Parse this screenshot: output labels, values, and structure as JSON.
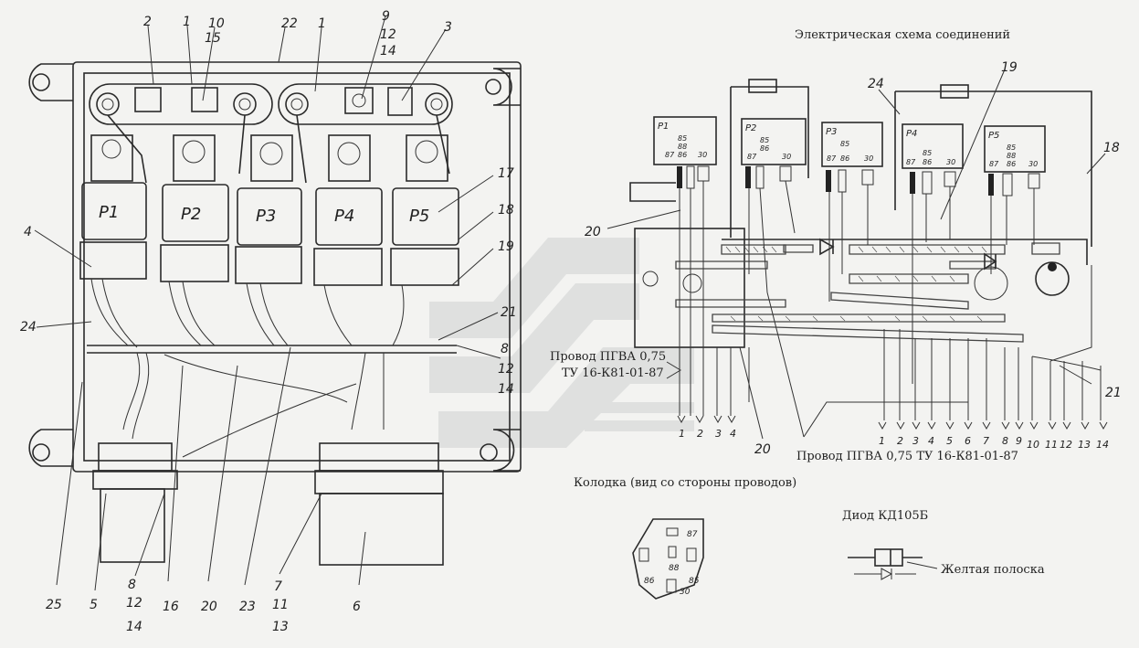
{
  "title": "Электрическая схема соединений",
  "wire_note_left": [
    "Провод ПГВА 0,75",
    "ТУ 16-К81-01-87"
  ],
  "wire_note_bottom": "Провод ПГВА 0,75 ТУ 16-К81-01-87",
  "connector_caption": "Колодка (вид со стороны проводов)",
  "diode_caption": "Диод КД105Б",
  "diode_stripe": "Желтая полоска",
  "relays_left": [
    "Р1",
    "Р2",
    "Р3",
    "Р4",
    "Р5"
  ],
  "relays_right": [
    "Р1",
    "Р2",
    "Р3",
    "Р4",
    "Р5"
  ],
  "relay_pins": {
    "p85": "85",
    "p88": "88",
    "p86": "86",
    "p87": "87",
    "p30": "30"
  },
  "callouts_left": {
    "c2": "2",
    "c1a": "1",
    "c10": "10",
    "c15": "15",
    "c22": "22",
    "c1b": "1",
    "c9": "9",
    "c12a": "12",
    "c14a": "14",
    "c3": "3",
    "c4": "4",
    "c17": "17",
    "c18": "18",
    "c19": "19",
    "c24": "24",
    "c21": "21",
    "c8a": "8",
    "c12b": "12",
    "c14b": "14",
    "c25": "25",
    "c5": "5",
    "c8b": "8",
    "c12c": "12",
    "c14c": "14",
    "c16": "16",
    "c20": "20",
    "c23": "23",
    "c7": "7",
    "c11": "11",
    "c13": "13",
    "c6": "6"
  },
  "callouts_right": {
    "c19": "19",
    "c24": "24",
    "c18": "18",
    "c20a": "20",
    "c21": "21",
    "c20b": "20"
  },
  "terminals_left": [
    "1",
    "2",
    "3",
    "4"
  ],
  "terminals_right": [
    "1",
    "2",
    "3",
    "4",
    "5",
    "6",
    "7",
    "8",
    "9",
    "10",
    "11",
    "12",
    "13",
    "14"
  ],
  "connector_pins": {
    "p87": "87",
    "p88": "88",
    "p86": "86",
    "p85": "85",
    "p30": "30"
  }
}
